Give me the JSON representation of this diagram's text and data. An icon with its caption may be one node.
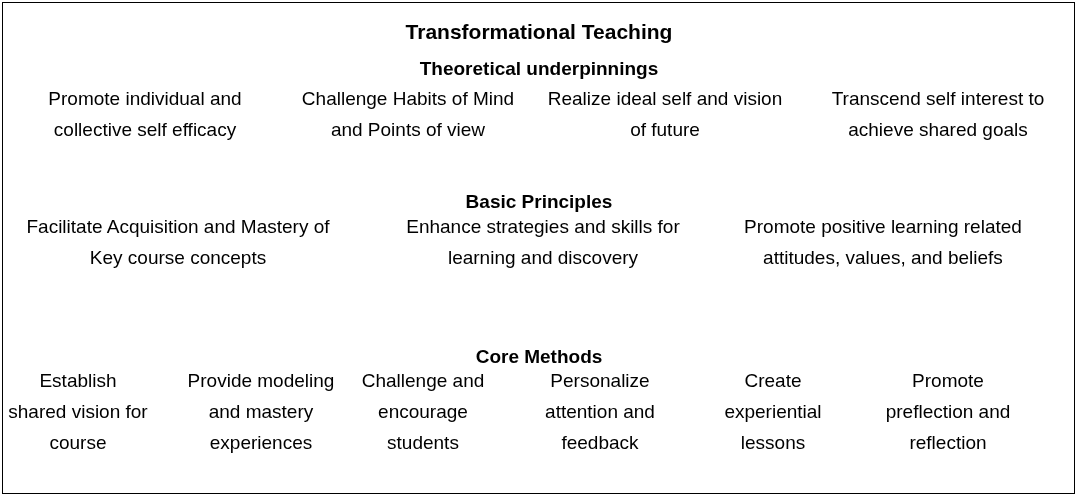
{
  "diagram": {
    "title": "Transformational Teaching",
    "labels": [
      "Theoretical underpinnings",
      "Promote individual and collective self efficacy",
      "Challenge Habits of Mind and Points of view",
      "Realize ideal self and vision of future",
      "Transcend self interest to achieve shared goals",
      "Basic Principles",
      "Facilitate Acquisition and Mastery of Key course concepts",
      "Enhance strategies and skills for learning and discovery",
      "Promote positive learning related attitudes, values, and beliefs",
      "Core Methods",
      "Establish shared vision for course",
      "Provide modeling and mastery experiences",
      "Challenge and encourage students",
      "Personalize attention and feedback",
      "Create experiential lessons",
      "Promote preflection and reflection"
    ]
  }
}
